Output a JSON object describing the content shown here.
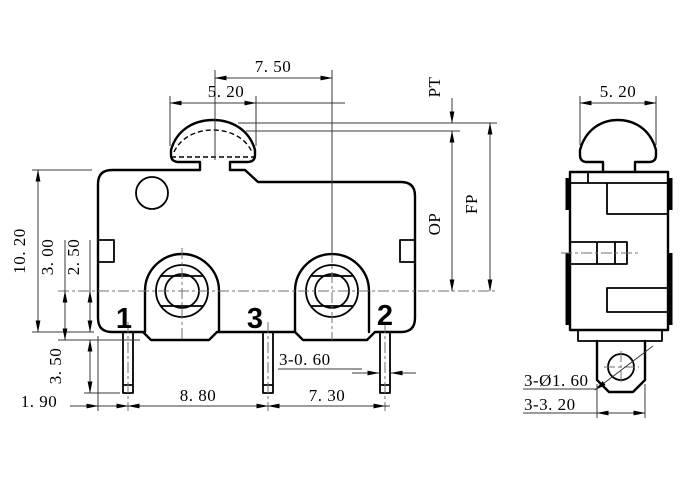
{
  "front_view": {
    "terminals": {
      "t1": "1",
      "t3": "3",
      "t2": "2"
    },
    "dims": {
      "button_to_hole": "7. 50",
      "button_width": "5. 20",
      "body_height": "10. 20",
      "hole_to_foot": "3. 00",
      "hole_to_bottom": "2. 50",
      "terminal_length": "3. 50",
      "edge_to_t1": "1. 90",
      "t1_to_t3": "8. 80",
      "t3_to_t2": "7. 30",
      "terminal_thickness": "3-0. 60",
      "pretravel": "PT",
      "operating_position": "OP",
      "free_position": "FP"
    }
  },
  "side_view": {
    "dims": {
      "button_width": "5. 20",
      "terminal_hole": "3-Ø1. 60",
      "terminal_width": "3-3. 20"
    }
  }
}
